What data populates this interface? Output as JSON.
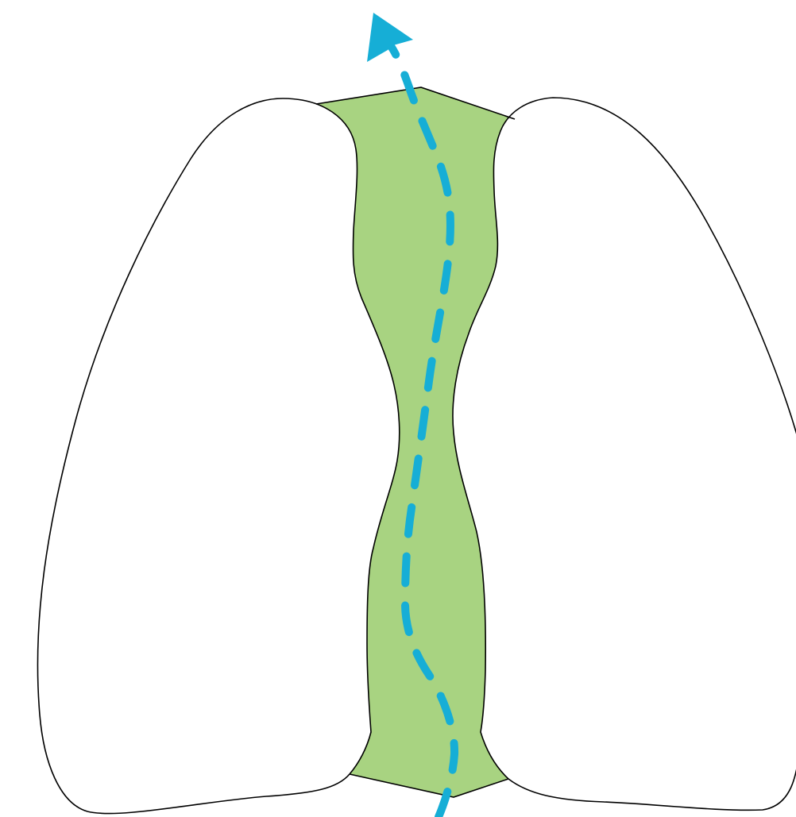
{
  "diagram": {
    "colors": {
      "background": "#ffffff",
      "lung_fill": "#ffffff",
      "outline": "#000000",
      "mediastinum_fill": "#a8d381",
      "path_line": "#16aed6"
    },
    "shapes": [
      "left-lung",
      "right-lung",
      "mediastinum-region"
    ],
    "path": {
      "style": "dashed",
      "direction": "bottom-to-top",
      "arrowhead": "top"
    }
  }
}
